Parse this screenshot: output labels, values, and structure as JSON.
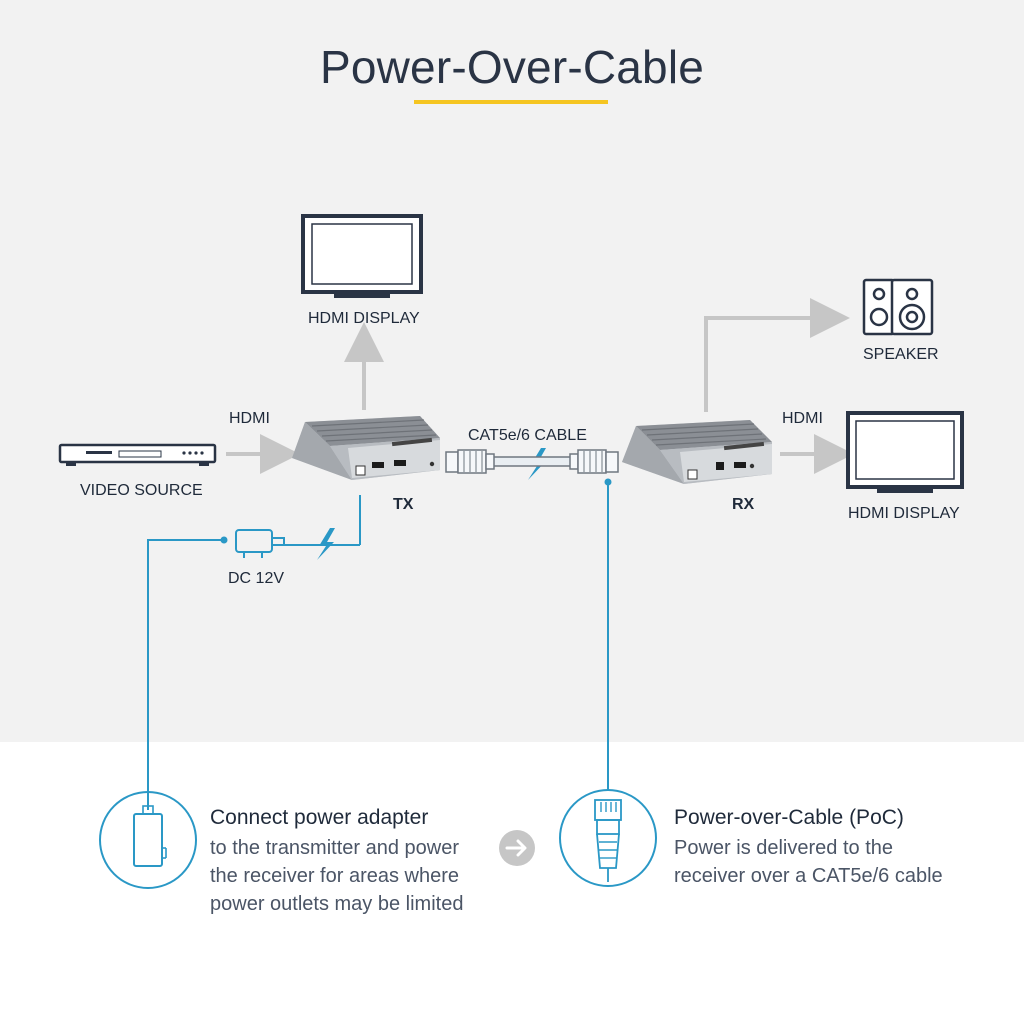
{
  "title": "Power-Over-Cable",
  "colors": {
    "accent_yellow": "#f5c521",
    "link_blue": "#2a98c6",
    "arrow_gray": "#c6c6c6",
    "device_gray": "#6c6f74"
  },
  "labels": {
    "hdmi_display_top": "HDMI DISPLAY",
    "hdmi_in": "HDMI",
    "video_source": "VIDEO SOURCE",
    "tx": "TX",
    "cable": "CAT5e/6 CABLE",
    "rx": "RX",
    "speaker": "SPEAKER",
    "hdmi_out": "HDMI",
    "hdmi_display_right": "HDMI DISPLAY",
    "dc": "DC 12V"
  },
  "features": [
    {
      "heading": "Connect power adapter",
      "lines": [
        "to the transmitter and power",
        "the receiver for areas where",
        "power outlets may be limited"
      ],
      "icon": "power-adapter-icon"
    },
    {
      "heading": "Power-over-Cable (PoC)",
      "lines": [
        "Power is delivered to the",
        "receiver over a CAT5e/6 cable"
      ],
      "icon": "rj45-connector-icon"
    }
  ],
  "icons": {
    "next": "arrow-right-circle-icon",
    "bolt": "lightning-bolt-icon",
    "tv": "monitor-icon",
    "speaker": "speaker-icon",
    "dvd": "dvd-player-icon"
  }
}
